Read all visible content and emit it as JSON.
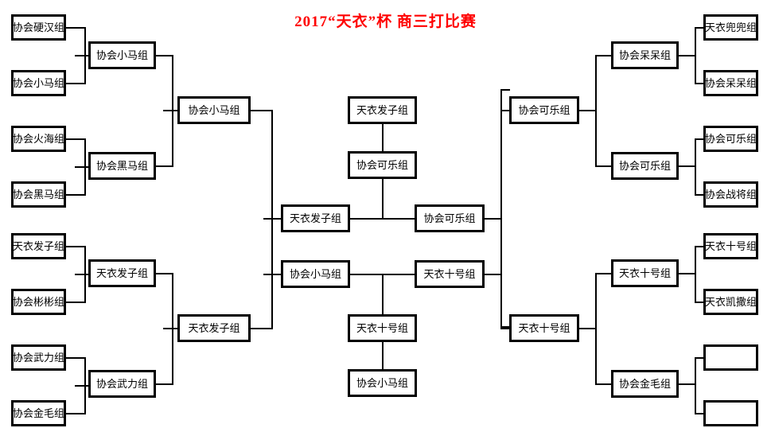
{
  "header": {
    "title": "2017“天衣”杯 商三打比赛",
    "title_color": "#ff0000"
  },
  "bracket": {
    "type": "double-elimination-tournament-bracket",
    "line_color": "#000000",
    "box_border_color": "#000000",
    "box_fill_color": "#ffffff",
    "rounds": [
      {
        "id": "left-round-1",
        "side": "left",
        "nodes": [
          {
            "id": "L1-1",
            "label": "协会硬汉组"
          },
          {
            "id": "L1-2",
            "label": "协会小马组"
          },
          {
            "id": "L1-3",
            "label": "协会火海组"
          },
          {
            "id": "L1-4",
            "label": "协会黑马组"
          },
          {
            "id": "L1-5",
            "label": "天衣发子组"
          },
          {
            "id": "L1-6",
            "label": "协会彬彬组"
          },
          {
            "id": "L1-7",
            "label": "协会武力组"
          },
          {
            "id": "L1-8",
            "label": "协会金毛组"
          }
        ]
      },
      {
        "id": "left-round-2",
        "side": "left",
        "nodes": [
          {
            "id": "L2-1",
            "label": "协会小马组"
          },
          {
            "id": "L2-2",
            "label": "协会黑马组"
          },
          {
            "id": "L2-3",
            "label": "天衣发子组"
          },
          {
            "id": "L2-4",
            "label": "协会武力组"
          }
        ]
      },
      {
        "id": "left-round-3",
        "side": "left",
        "nodes": [
          {
            "id": "L3-1",
            "label": "协会小马组"
          },
          {
            "id": "L3-2",
            "label": "天衣发子组"
          }
        ]
      },
      {
        "id": "left-round-4",
        "side": "left",
        "nodes": [
          {
            "id": "L4-1",
            "label": "天衣发子组"
          },
          {
            "id": "L4-2",
            "label": "协会小马组"
          }
        ]
      },
      {
        "id": "center-feeders",
        "side": "center",
        "nodes": [
          {
            "id": "C-1",
            "label": "天衣发子组"
          },
          {
            "id": "C-2",
            "label": "协会可乐组"
          },
          {
            "id": "C-3",
            "label": "天衣十号组"
          },
          {
            "id": "C-4",
            "label": "协会小马组"
          }
        ]
      },
      {
        "id": "center-round-5",
        "side": "center",
        "nodes": [
          {
            "id": "C5-1",
            "label": "协会可乐组"
          },
          {
            "id": "C5-2",
            "label": "天衣十号组"
          }
        ]
      },
      {
        "id": "right-round-3",
        "side": "right",
        "nodes": [
          {
            "id": "R3-1",
            "label": "协会可乐组"
          },
          {
            "id": "R3-2",
            "label": "天衣十号组"
          }
        ]
      },
      {
        "id": "right-round-2",
        "side": "right",
        "nodes": [
          {
            "id": "R2-1",
            "label": "协会呆呆组"
          },
          {
            "id": "R2-2",
            "label": "协会可乐组"
          },
          {
            "id": "R2-3",
            "label": "天衣十号组"
          },
          {
            "id": "R2-4",
            "label": "协会金毛组"
          }
        ]
      },
      {
        "id": "right-round-1",
        "side": "right",
        "nodes": [
          {
            "id": "R1-1",
            "label": "天衣兜兜组"
          },
          {
            "id": "R1-2",
            "label": "协会呆呆组"
          },
          {
            "id": "R1-3",
            "label": "协会可乐组"
          },
          {
            "id": "R1-4",
            "label": "协会战将组"
          },
          {
            "id": "R1-5",
            "label": "天衣十号组"
          },
          {
            "id": "R1-6",
            "label": "天衣凯撒组"
          },
          {
            "id": "R1-7",
            "label": ""
          },
          {
            "id": "R1-8",
            "label": ""
          }
        ]
      }
    ]
  }
}
